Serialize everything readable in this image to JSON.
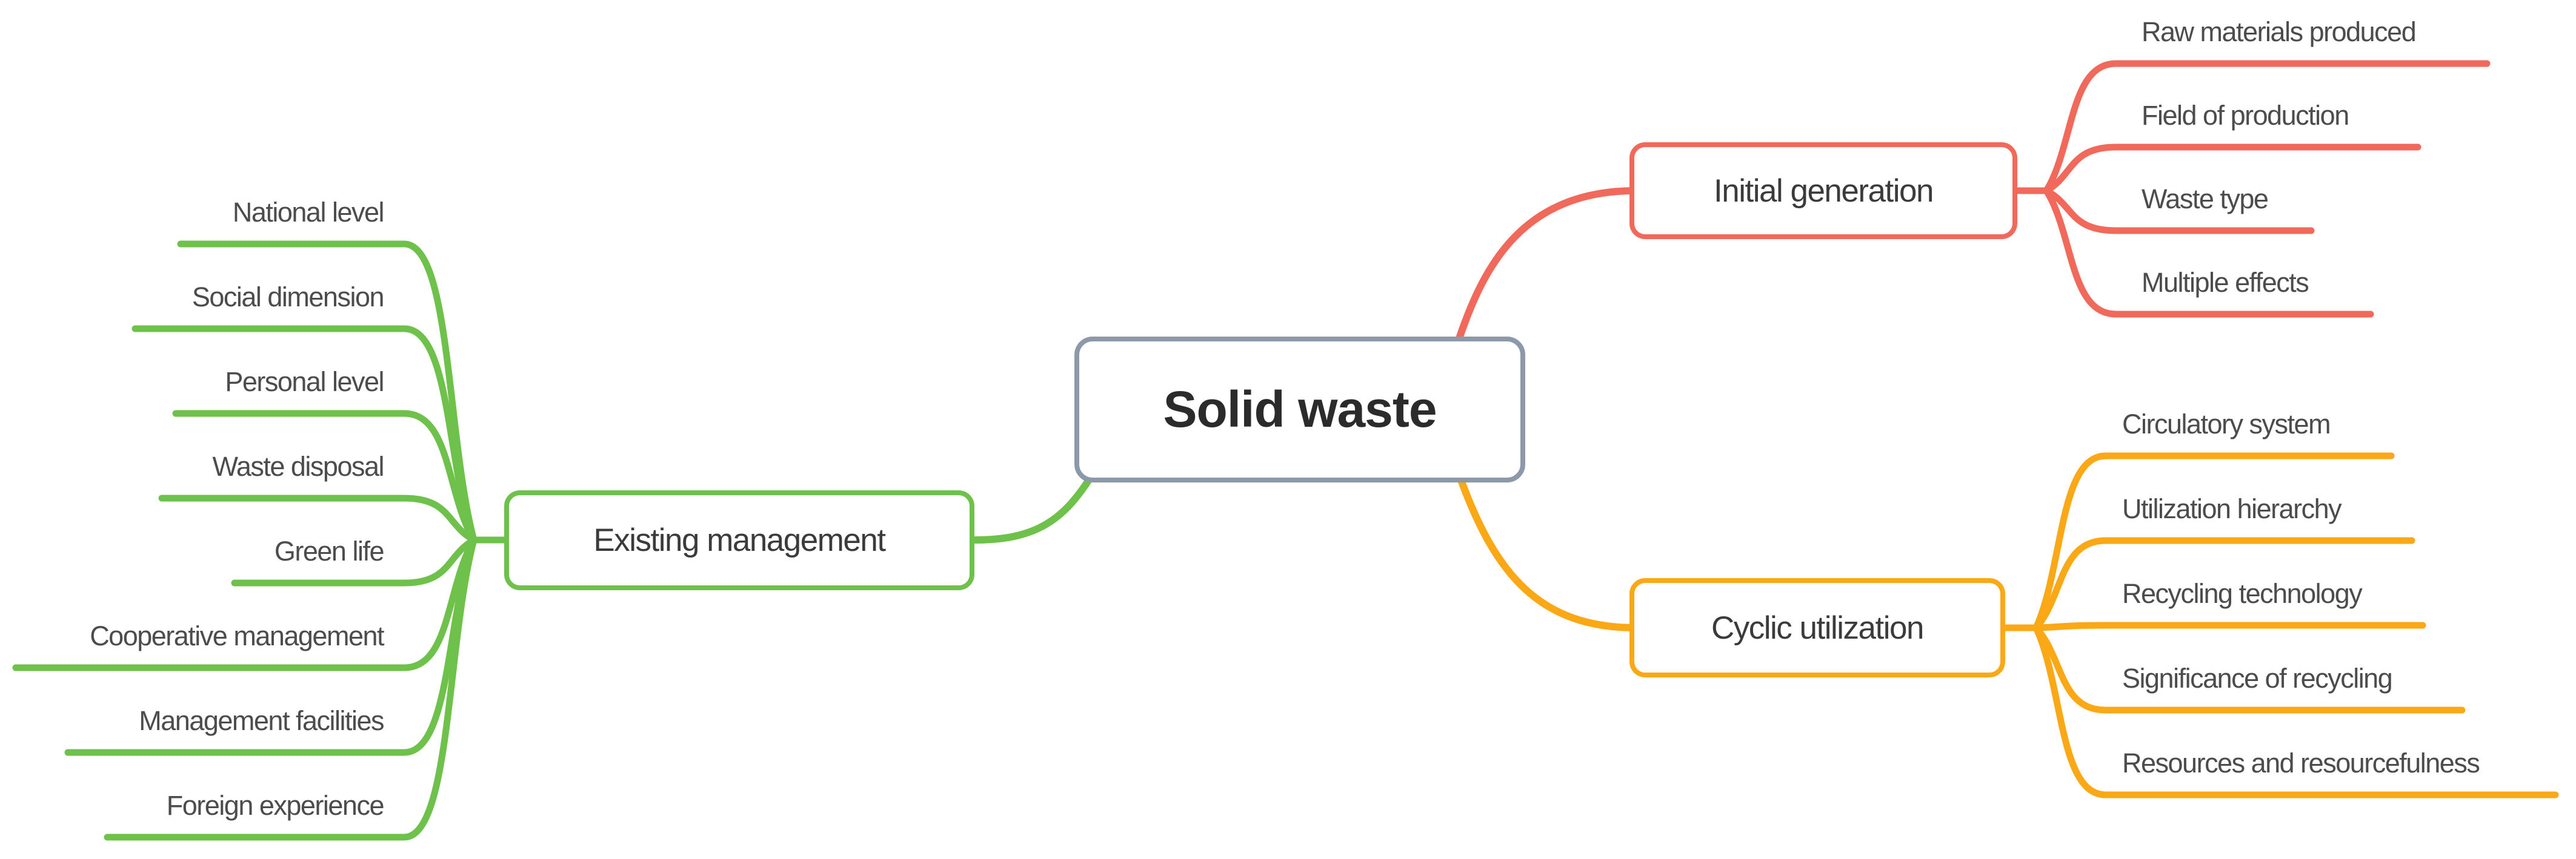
{
  "colors": {
    "root_border": "#8C99A9",
    "red": "#F1695B",
    "green": "#6EC24C",
    "yellow": "#FAA816",
    "root_text": "#2B2B2B",
    "branch_text": "#3B3B3B",
    "leaf_text": "#4C4C4C",
    "background": "#FFFFFF"
  },
  "mindmap": {
    "root": {
      "label": "Solid waste"
    },
    "branches": [
      {
        "label": "Initial generation",
        "color": "#F1695B",
        "side": "right",
        "children": [
          "Raw materials produced",
          "Field of production",
          "Waste type",
          "Multiple effects"
        ]
      },
      {
        "label": "Cyclic utilization",
        "color": "#FAA816",
        "side": "right",
        "children": [
          "Circulatory system",
          "Utilization hierarchy",
          "Recycling technology",
          "Significance of recycling",
          "Resources and resourcefulness"
        ]
      },
      {
        "label": "Existing management",
        "color": "#6EC24C",
        "side": "left",
        "children": [
          "National level",
          "Social dimension",
          "Personal level",
          "Waste disposal",
          "Green life",
          "Cooperative management",
          "Management facilities",
          "Foreign experience"
        ]
      }
    ]
  }
}
